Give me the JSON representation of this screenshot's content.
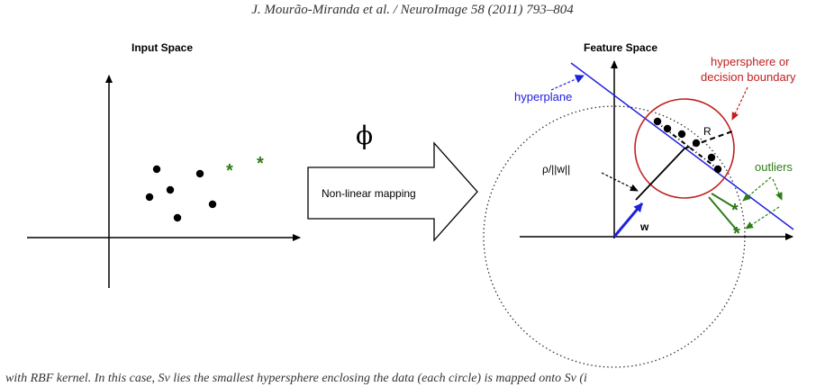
{
  "header": {
    "running_head": "J. Mourão-Miranda et al. / NeuroImage 58 (2011) 793–804"
  },
  "figure": {
    "input_space_title": "Input Space",
    "feature_space_title": "Feature Space",
    "phi_symbol": "ϕ",
    "mapping_label": "Non-linear mapping",
    "hyperplane_label": "hyperplane",
    "hypersphere_label_line1": "hypersphere or",
    "hypersphere_label_line2": "decision boundary",
    "outliers_label": "outliers",
    "radius_label": "R",
    "weight_label": "w",
    "distance_label": "ρ/||w||",
    "outlier_symbol": "*",
    "colors": {
      "hyperplane": "#2020e0",
      "sphere": "#c02020",
      "outlier": "#2e7d1a",
      "axis": "#000000"
    }
  },
  "caption": {
    "text": "with RBF kernel. In this case, Sv lies the smallest hypersphere enclosing the data (each circle) is mapped onto Sv (i"
  }
}
